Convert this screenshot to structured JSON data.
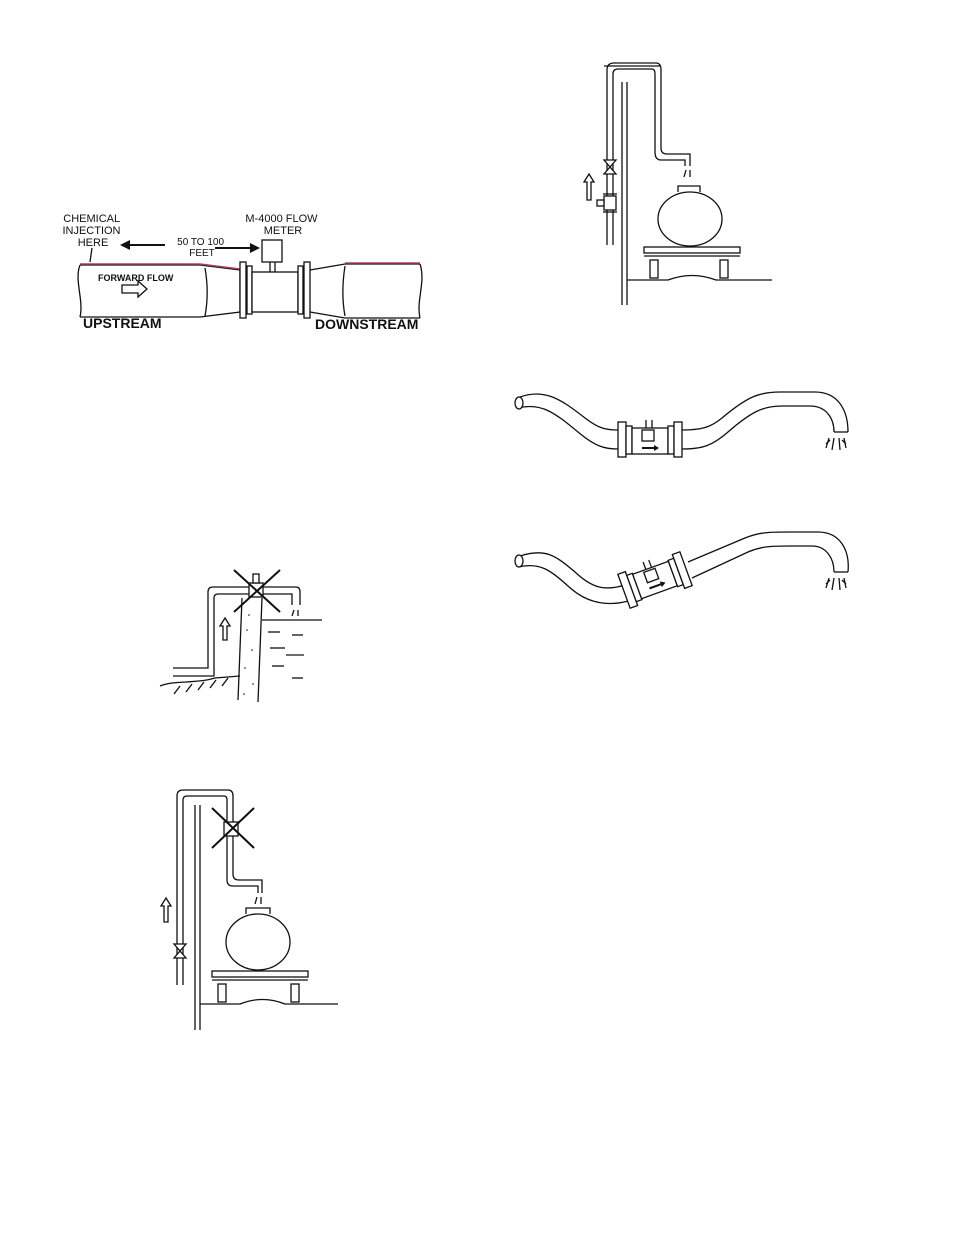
{
  "figure1": {
    "chemical_injection": [
      "CHEMICAL",
      "INJECTION",
      "HERE"
    ],
    "distance": [
      "50 TO 100",
      "FEET"
    ],
    "meter_label": [
      "M-4000 FLOW",
      "METER"
    ],
    "forward_flow": "FORWARD FLOW",
    "upstream": "UPSTREAM",
    "downstream": "DOWNSTREAM"
  },
  "colors": {
    "pipe_top_line": "#b04060",
    "ink": "#111111"
  }
}
